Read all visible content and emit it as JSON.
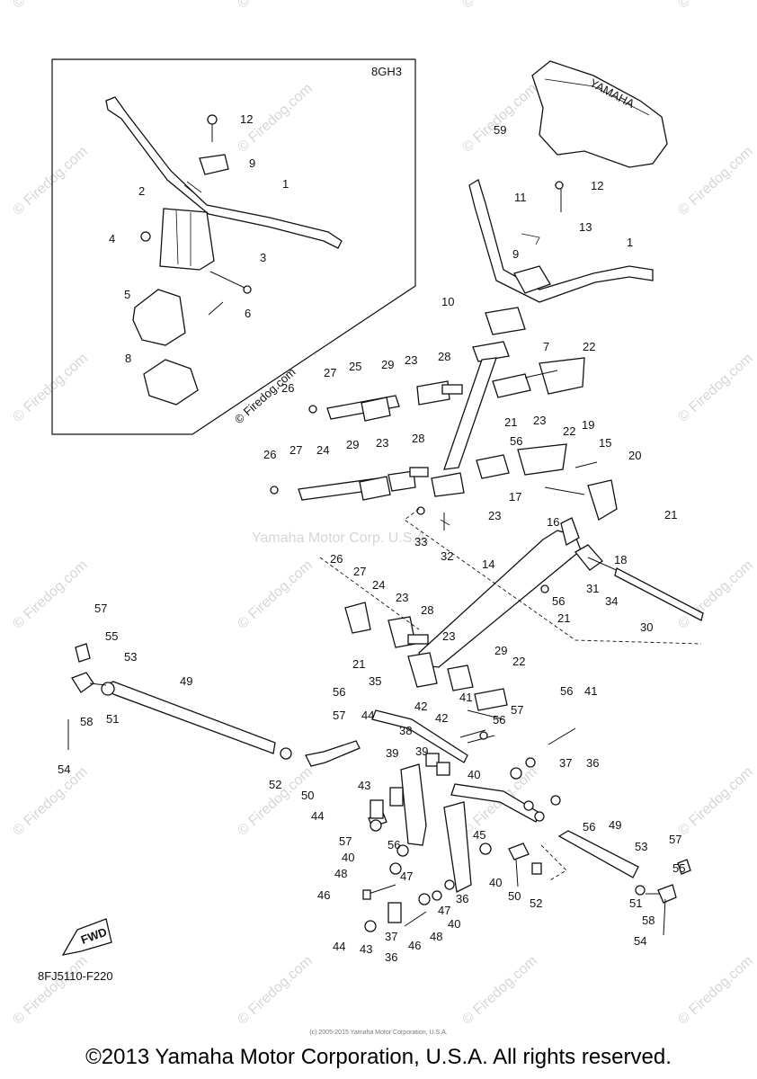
{
  "diagram": {
    "inset_code": "8GH3",
    "figure_code": "8FJ5110-F220",
    "fwd_label": "FWD",
    "center_watermark": "Yamaha Motor Corp. U.S.A.",
    "rotated_watermark": "© Firedog.com",
    "watermark_text": "© Firedog.com",
    "small_copyright": "(c) 2005-2015 Yamaha Motor Corporation, U.S.A.",
    "footer_copyright": "©2013 Yamaha Motor Corporation, U.S.A. All rights reserved.",
    "part_labels": [
      "12",
      "9",
      "1",
      "2",
      "4",
      "3",
      "5",
      "6",
      "8",
      "59",
      "12",
      "11",
      "13",
      "9",
      "1",
      "10",
      "7",
      "22",
      "28",
      "29",
      "23",
      "25",
      "27",
      "26",
      "23",
      "21",
      "56",
      "22",
      "19",
      "15",
      "20",
      "26",
      "27",
      "24",
      "29",
      "23",
      "28",
      "23",
      "17",
      "21",
      "16",
      "33",
      "32",
      "14",
      "18",
      "26",
      "27",
      "24",
      "23",
      "28",
      "31",
      "56",
      "34",
      "21",
      "30",
      "57",
      "55",
      "53",
      "49",
      "58",
      "51",
      "54",
      "52",
      "50",
      "21",
      "23",
      "29",
      "22",
      "35",
      "56",
      "42",
      "41",
      "56",
      "57",
      "44",
      "42",
      "57",
      "41",
      "56",
      "38",
      "39",
      "39",
      "40",
      "37",
      "36",
      "43",
      "57",
      "44",
      "56",
      "40",
      "48",
      "47",
      "46",
      "45",
      "56",
      "49",
      "53",
      "57",
      "55",
      "40",
      "50",
      "52",
      "51",
      "58",
      "54",
      "36",
      "47",
      "40",
      "48",
      "46",
      "44",
      "43",
      "37",
      "36"
    ]
  }
}
